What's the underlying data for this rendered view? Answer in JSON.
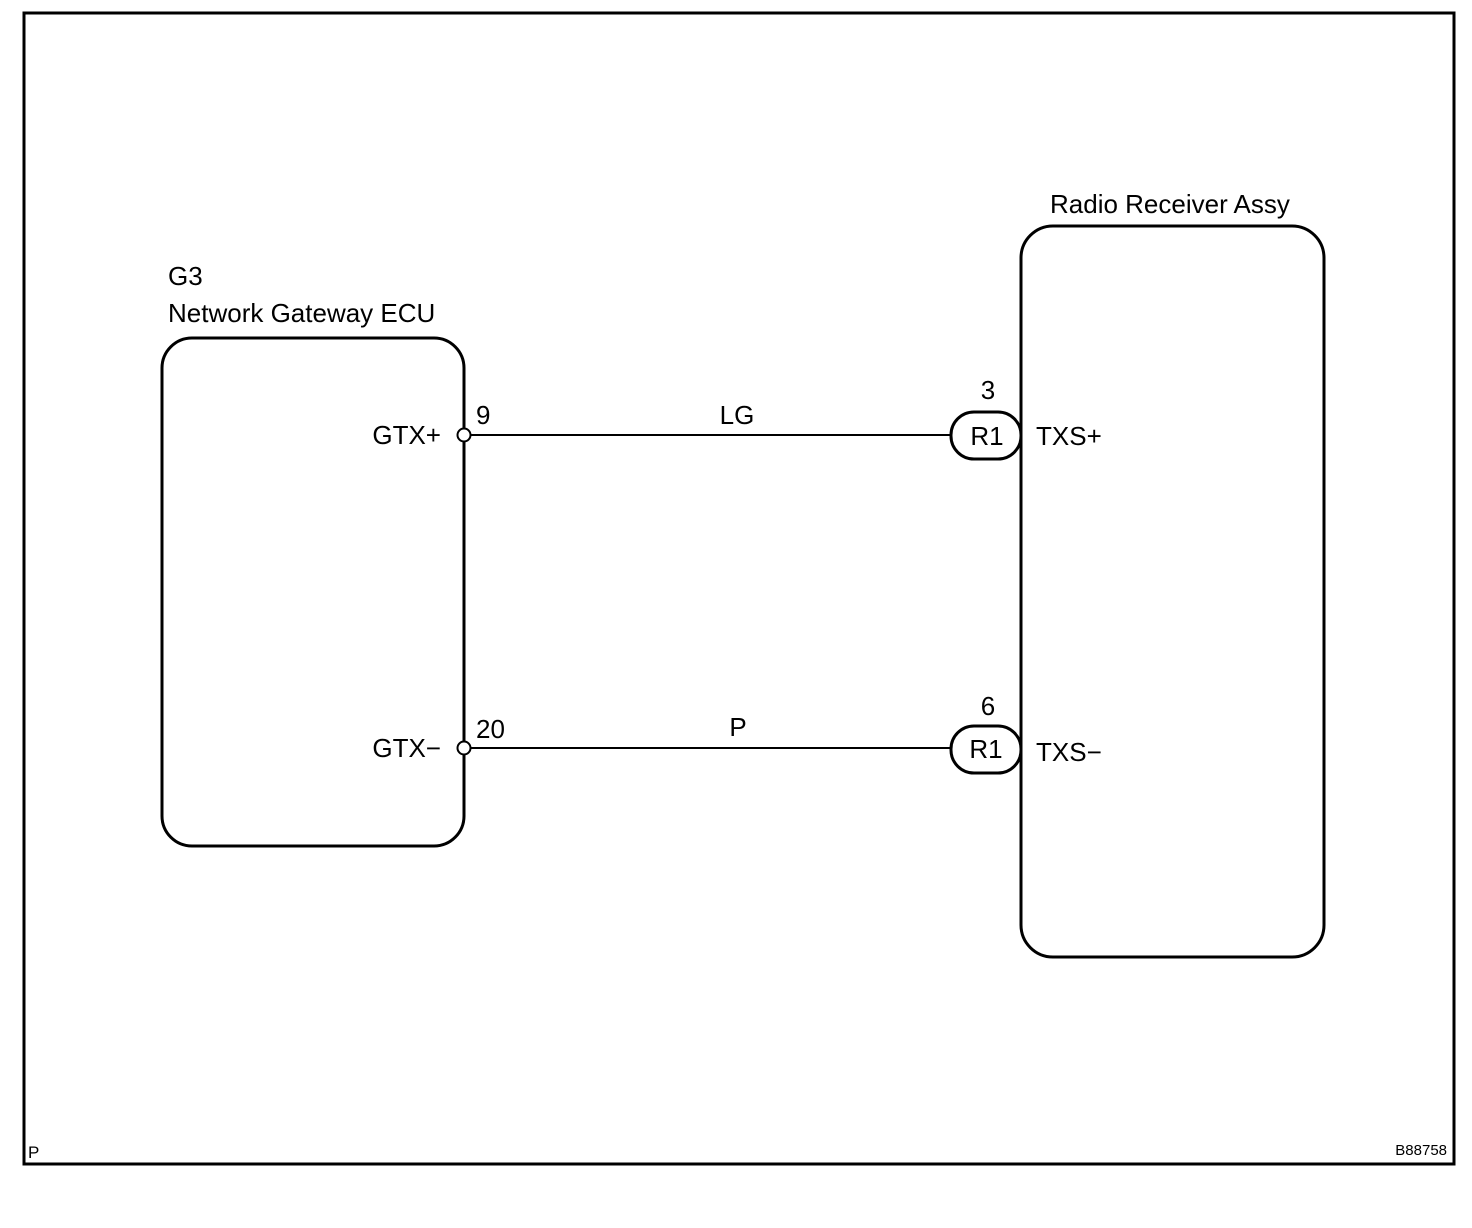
{
  "corner_label": "P",
  "figure_code": "B88758",
  "gateway": {
    "connector": "G3",
    "name": "Network Gateway ECU",
    "pins": [
      {
        "label": "GTX+",
        "number": "9"
      },
      {
        "label": "GTX−",
        "number": "20"
      }
    ]
  },
  "radio": {
    "name": "Radio Receiver Assy",
    "pins": [
      {
        "label": "TXS+",
        "number": "3",
        "connector": "R1"
      },
      {
        "label": "TXS−",
        "number": "6",
        "connector": "R1"
      }
    ]
  },
  "wires": [
    {
      "color": "LG"
    },
    {
      "color": "P"
    }
  ]
}
